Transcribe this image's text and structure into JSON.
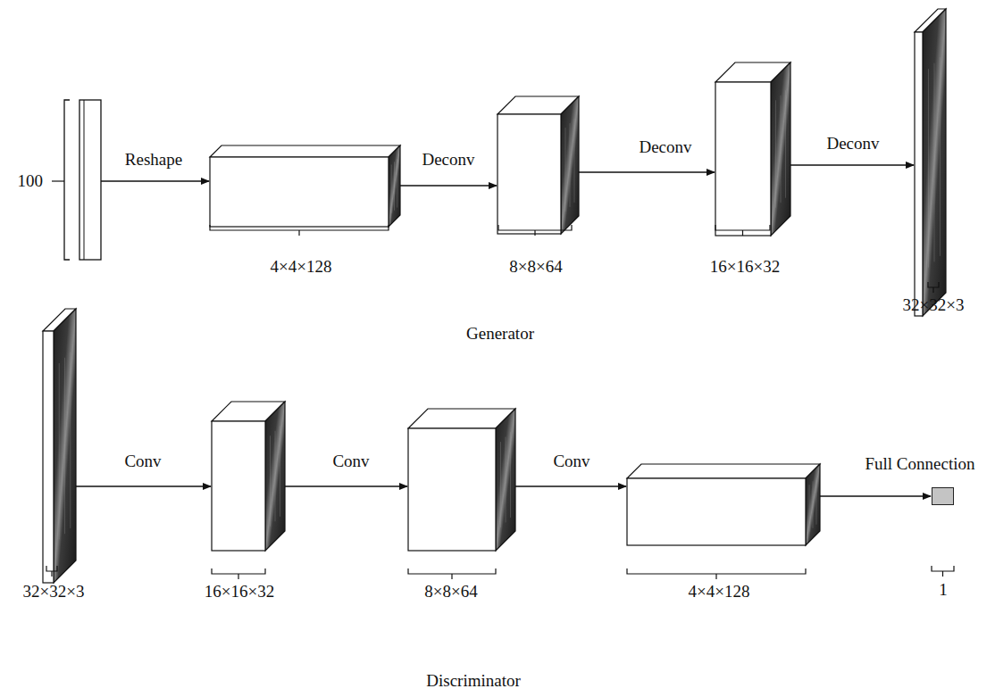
{
  "diagram": {
    "nodes": [
      {
        "text": [
          "100"
        ]
      },
      {
        "text": [
          "4×4×128"
        ]
      },
      {
        "text": [
          "8×8×64"
        ]
      },
      {
        "text": [
          "16×16×32"
        ]
      },
      {
        "text": [
          "32×32×3"
        ]
      },
      {
        "text": [
          "32×32×3"
        ]
      },
      {
        "text": [
          "16×16×32"
        ]
      },
      {
        "text": [
          "8×8×64"
        ]
      },
      {
        "text": [
          "4×4×128"
        ]
      },
      {
        "text": [
          "1"
        ]
      }
    ],
    "edges": [
      {
        "from": 0,
        "to": 1,
        "label": "Reshape",
        "arrow": "to"
      },
      {
        "from": 1,
        "to": 2,
        "label": "Deconv",
        "arrow": "to"
      },
      {
        "from": 2,
        "to": 3,
        "label": "Deconv",
        "arrow": "to"
      },
      {
        "from": 3,
        "to": 4,
        "label": "Deconv",
        "arrow": "to"
      },
      {
        "from": 5,
        "to": 6,
        "label": "Conv",
        "arrow": "to"
      },
      {
        "from": 6,
        "to": 7,
        "label": "Conv",
        "arrow": "to"
      },
      {
        "from": 7,
        "to": 8,
        "label": "Conv",
        "arrow": "to"
      },
      {
        "from": 8,
        "to": 9,
        "label": "Full Connection",
        "arrow": "to"
      }
    ],
    "labels": [
      "Generator",
      "Discriminator"
    ]
  }
}
